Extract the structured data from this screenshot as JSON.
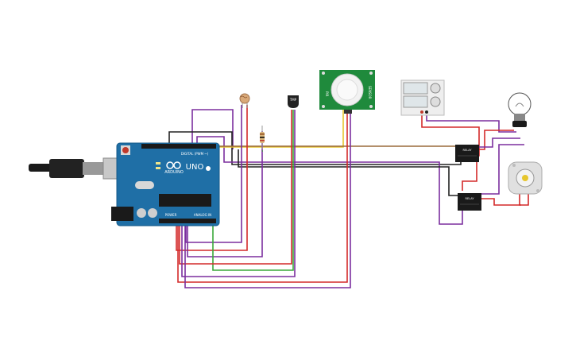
{
  "arduino": {
    "brand": "ARDUINO",
    "model": "UNO",
    "digital_header": "DIGITAL (PWM ~)",
    "power_header": "POWER",
    "analog_header": "ANALOG IN",
    "board_color": "#1f6fa6"
  },
  "pir_sensor": {
    "board_color": "#1f8a3c",
    "label_left": "PIR",
    "label_right": "SENSOR"
  },
  "temp_sensor": {
    "label": "TMP"
  },
  "relay_top": {
    "label": "RELAY"
  },
  "relay_bottom": {
    "label": "RELAY"
  },
  "wire_colors": {
    "red": "#d42a2a",
    "purple": "#7b2f9e",
    "green": "#3aa83a",
    "yellow": "#e6c62e",
    "brown": "#9a6a3a",
    "black": "#222222"
  }
}
